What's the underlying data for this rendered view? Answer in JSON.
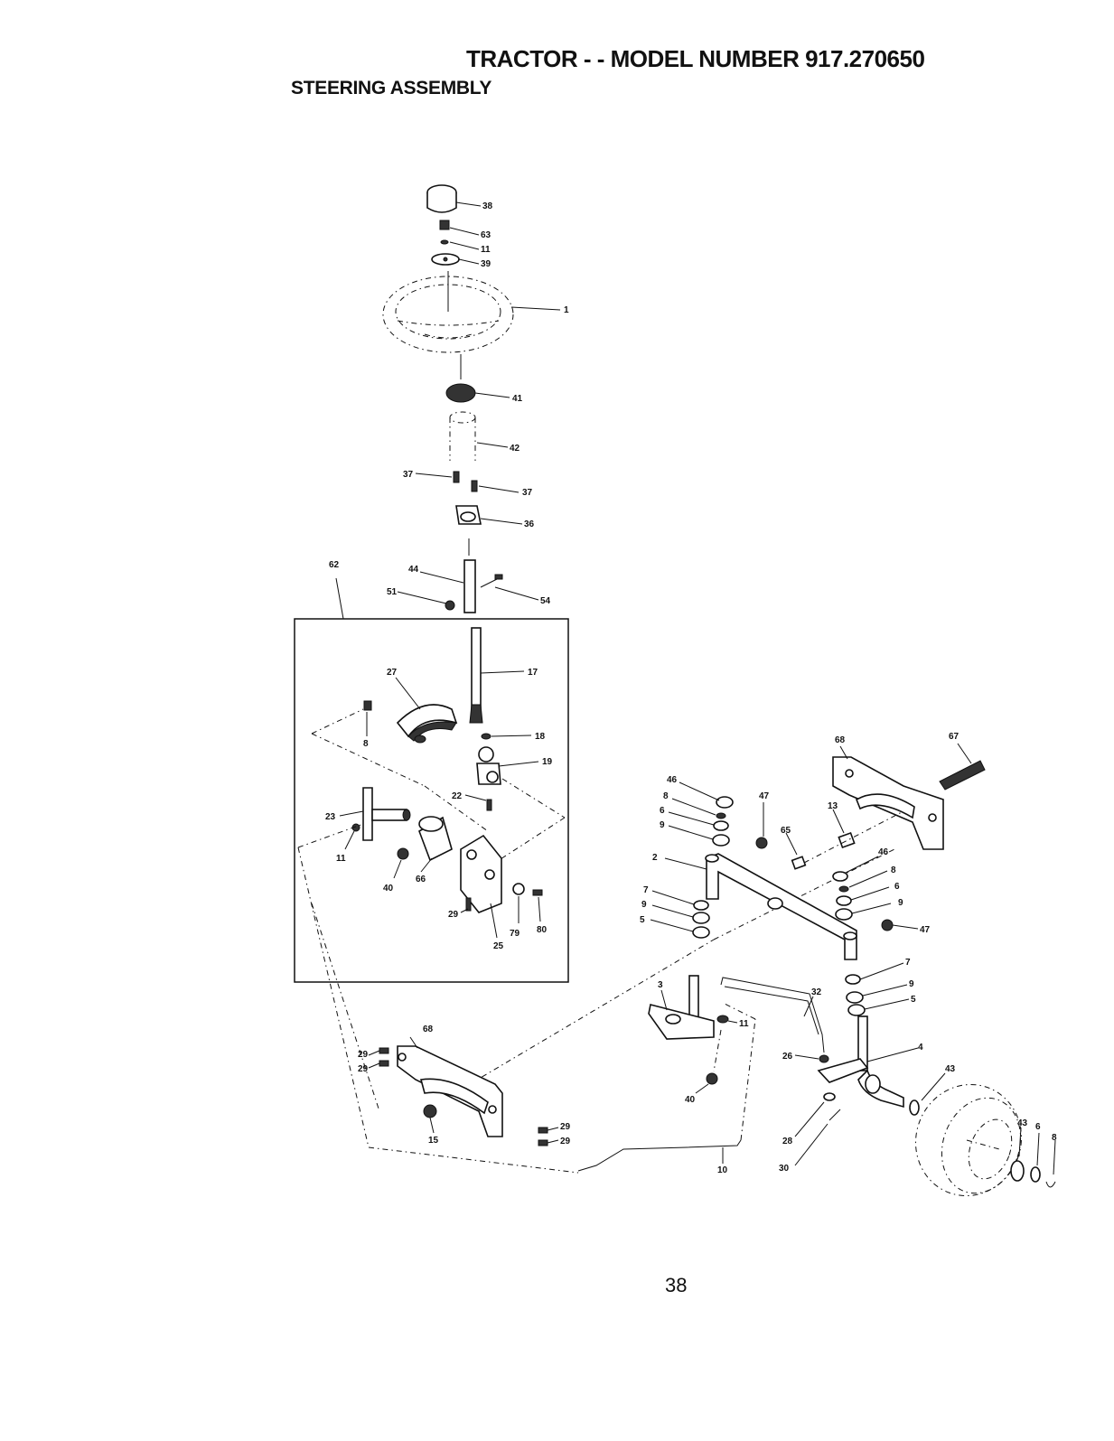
{
  "header": {
    "title": "TRACTOR - - MODEL NUMBER 917.270650",
    "section": "STEERING ASSEMBLY"
  },
  "footer": {
    "page_number": "38"
  },
  "callouts": {
    "c38a": "38",
    "c63": "63",
    "c11a": "11",
    "c39": "39",
    "c1": "1",
    "c41": "41",
    "c42": "42",
    "c37a": "37",
    "c37b": "37",
    "c36": "36",
    "c62": "62",
    "c44": "44",
    "c51": "51",
    "c54": "54",
    "c17": "17",
    "c27": "27",
    "c8a": "8",
    "c18": "18",
    "c19": "19",
    "c22": "22",
    "c23": "23",
    "c11b": "11",
    "c40a": "40",
    "c66": "66",
    "c29a": "29",
    "c79": "79",
    "c80": "80",
    "c25": "25",
    "c68a": "68",
    "c67": "67",
    "c46a": "46",
    "c8b": "8",
    "c6a": "6",
    "c9a": "9",
    "c47a": "47",
    "c13": "13",
    "c65": "65",
    "c2": "2",
    "c46b": "46",
    "c8c": "8",
    "c6b": "6",
    "c9b": "9",
    "c47b": "47",
    "c7a": "7",
    "c9c": "9",
    "c5a": "5",
    "c7b": "7",
    "c9d": "9",
    "c5b": "5",
    "c3": "3",
    "c32": "32",
    "c11c": "11",
    "c4": "4",
    "c26": "26",
    "c40b": "40",
    "c43a": "43",
    "c28": "28",
    "c30": "30",
    "c43b": "43",
    "c6c": "6",
    "c8d": "8",
    "c10": "10",
    "c68b": "68",
    "c29b": "29",
    "c29c": "29",
    "c15": "15",
    "c29d": "29",
    "c29e": "29"
  }
}
